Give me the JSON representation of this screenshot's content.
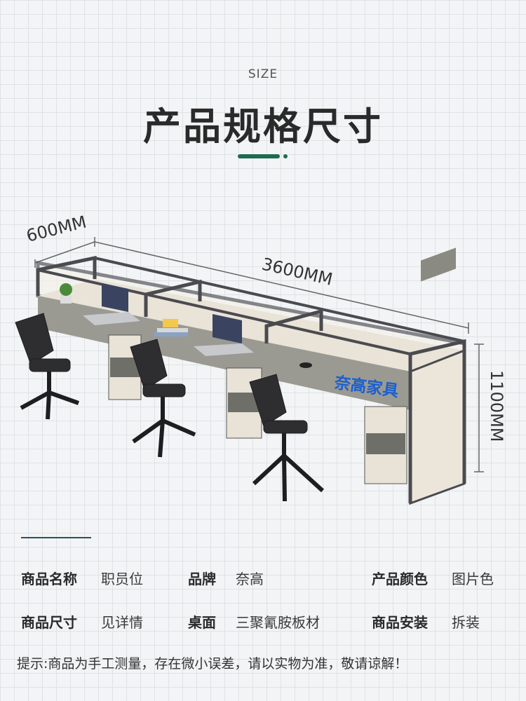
{
  "header": {
    "subtitle": "SIZE",
    "title": "产品规格尺寸"
  },
  "dimensions": {
    "depth": "600MM",
    "length": "3600MM",
    "height": "1100MM"
  },
  "brand_label": "奈高家具",
  "specs": [
    {
      "label": "商品名称",
      "value": "职员位"
    },
    {
      "label": "品牌",
      "value": "奈高"
    },
    {
      "label": "产品颜色",
      "value": "图片色"
    },
    {
      "label": "商品尺寸",
      "value": "见详情"
    },
    {
      "label": "桌面",
      "value": "三聚氰胺板材"
    },
    {
      "label": "商品安装",
      "value": "拆装"
    }
  ],
  "note": "提示:商品为手工测量，存在微小误差，请以实物为准，敬请谅解！",
  "colors": {
    "accent": "#1f6b4f",
    "divider": "#2d4e63",
    "frame": "#4a4a4f",
    "desktop": "#e9e3d8",
    "panel_gray": "#8a8a83",
    "brand_text": "#1a5fd0"
  }
}
